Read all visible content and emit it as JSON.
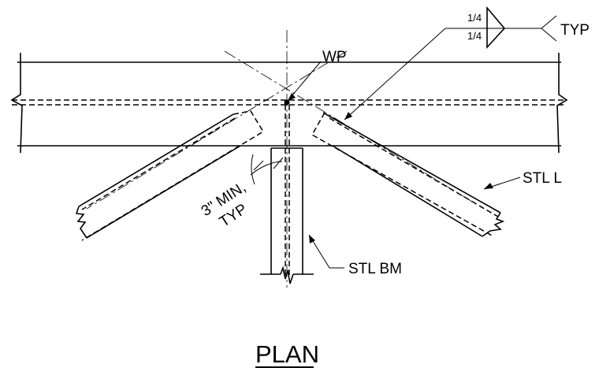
{
  "title": "PLAN",
  "labels": {
    "wp": "WP",
    "stl_l": "STL L",
    "stl_bm": "STL BM",
    "min_line1": "3\" MIN,",
    "min_line2": "TYP"
  },
  "weld_symbol": {
    "size_top": "1/4",
    "size_bottom": "1/4",
    "note": "TYP"
  }
}
